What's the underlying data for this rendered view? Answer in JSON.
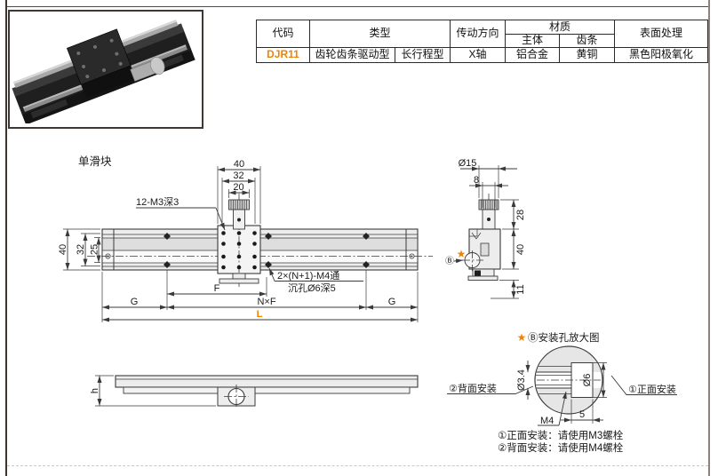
{
  "accent_color": "#f08300",
  "table": {
    "headers": {
      "code": "代码",
      "type": "类型",
      "drive_direction": "传动方向",
      "material": "材质",
      "material_body": "主体",
      "material_rack": "齿条",
      "surface": "表面处理"
    },
    "row": {
      "code": "DJR11",
      "type1": "齿轮齿条驱动型",
      "type2": "长行程型",
      "drive_direction": "X轴",
      "material_body": "铝合金",
      "material_rack": "黄铜",
      "surface": "黑色阳极氧化"
    }
  },
  "drawing": {
    "variant_label": "单滑块",
    "top_view": {
      "dim_w40": "40",
      "dim_w32": "32",
      "dim_w20": "20",
      "callout_m3": "12-M3深3",
      "dim_h40": "40",
      "dim_h32": "32",
      "dim_h25": "25",
      "dim_f": "F",
      "dim_g_left": "G",
      "dim_nf": "N×F",
      "dim_g_right": "G",
      "dim_l": "L",
      "callout_m4_line1": "2×(N+1)-M4通",
      "callout_m4_line2": "沉孔Ø6深5"
    },
    "side_view": {
      "dim_knob_dia": "Ø15",
      "dim_stem": "8",
      "dim_knob_h": "28",
      "dim_body_h": "40",
      "dim_base_h": "11",
      "star": "★",
      "ref_b": "Ⓑ"
    },
    "bottom_view": {
      "dim_h": "h"
    },
    "detail": {
      "star": "★",
      "title": "Ⓑ安装孔放大图",
      "label_back": "②背面安装",
      "label_front": "①正面安装",
      "dim_small": "Ø3.4",
      "dim_large": "Ø6",
      "thread": "M4",
      "dim_depth": "5"
    },
    "notes": {
      "front": "①正面安装：请使用M3螺栓",
      "back": "②背面安装：请使用M4螺栓"
    }
  }
}
